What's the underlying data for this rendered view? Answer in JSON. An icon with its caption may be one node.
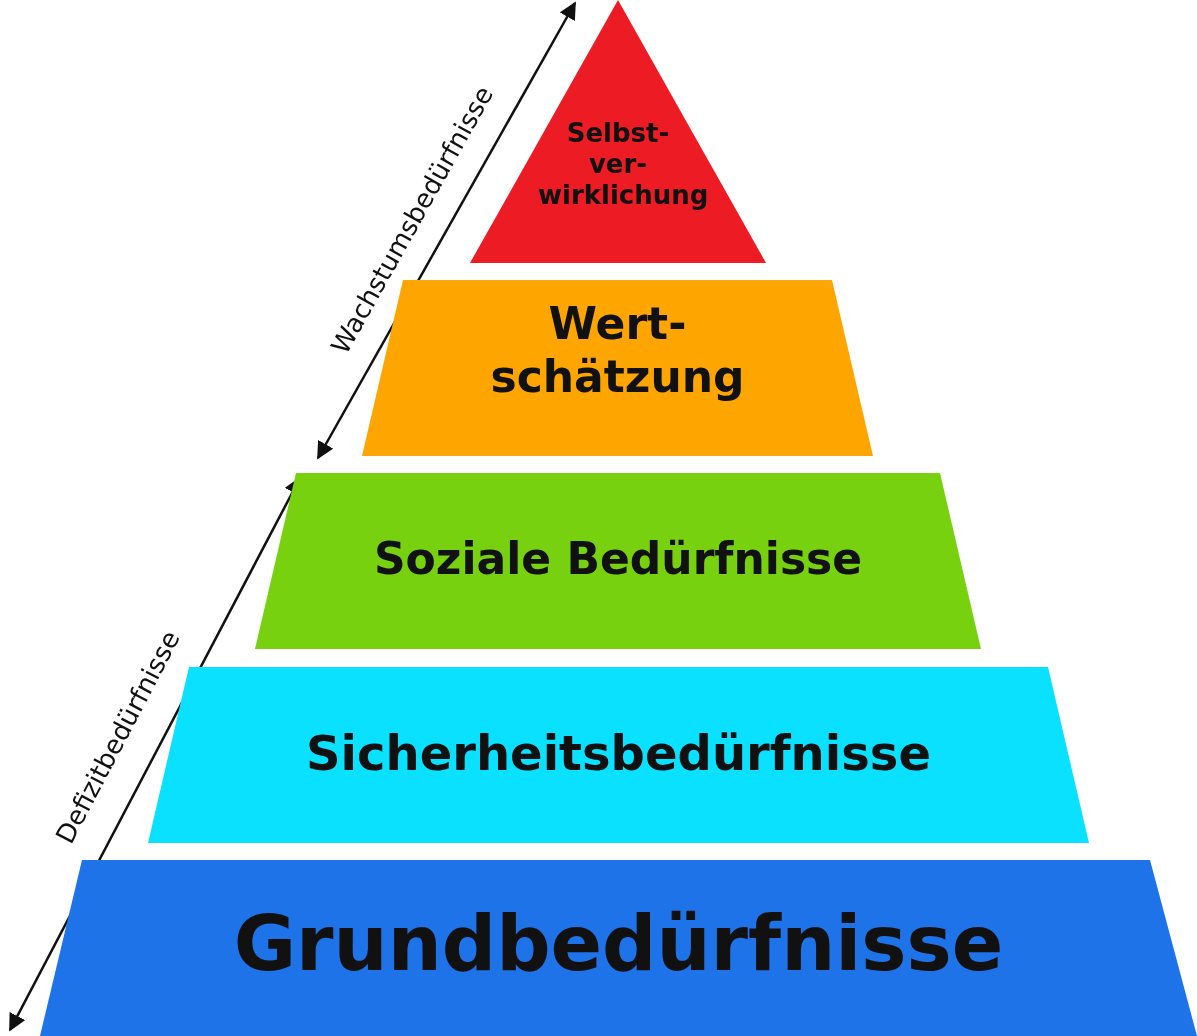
{
  "diagram": {
    "nodes": [
      {
        "text": [
          "Selbst- ver- wirklichung"
        ]
      },
      {
        "text": [
          "Wert- schätzung"
        ]
      },
      {
        "text": [
          "Soziale Bedürfnisse"
        ]
      },
      {
        "text": [
          "Sicherheitsbedürfnisse"
        ]
      },
      {
        "text": [
          "Grundbedürfnisse"
        ]
      }
    ],
    "edges": [],
    "labels": [
      "Wachstumsbedürfnisse",
      "Defizitbedürfnisse"
    ]
  }
}
